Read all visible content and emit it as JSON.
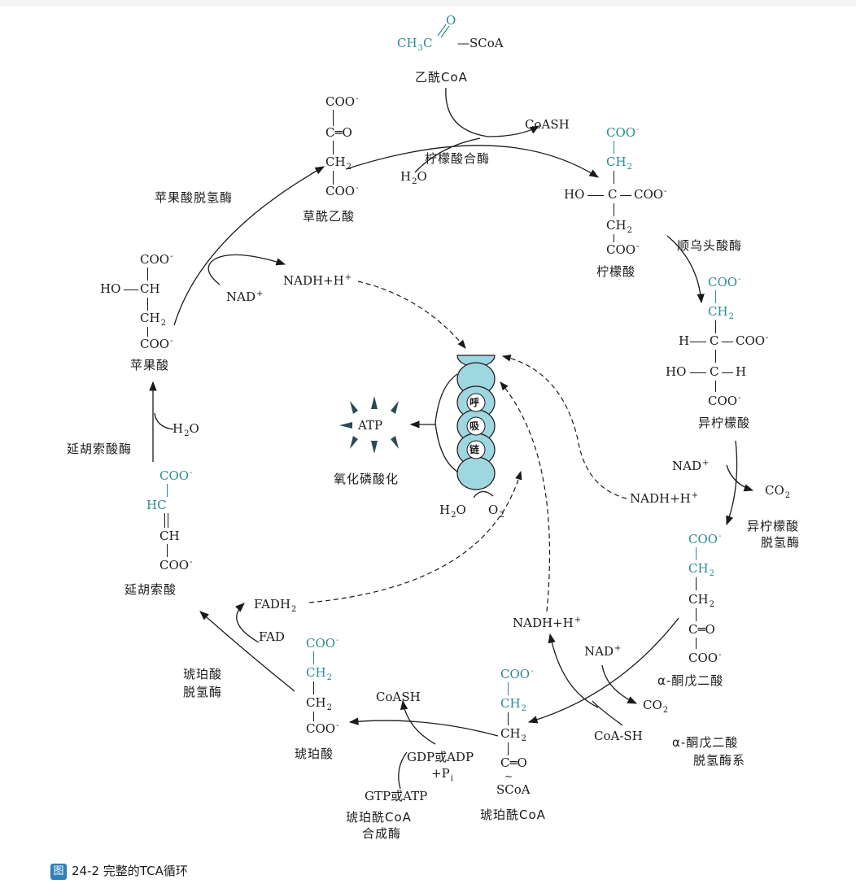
{
  "acetyl_coa": {
    "formula_o": "O",
    "formula_ch3": "CH",
    "formula_sub3": "3",
    "formula_c": "C",
    "formula_scoa": "SCoA",
    "name": "乙酰CoA"
  },
  "oxaloacetate": {
    "coo_top": "COO",
    "c_eq_o": "C═O",
    "ch2": "CH",
    "coo_bot": "COO",
    "name": "草酰乙酸"
  },
  "citrate": {
    "coo_top": "COO",
    "ch2_top": "CH",
    "ho": "HO",
    "c": "C",
    "coo_right": "COO",
    "ch2_bot": "CH",
    "coo_bot": "COO",
    "name": "柠檬酸"
  },
  "isocitrate": {
    "coo_top": "COO",
    "ch2": "CH",
    "h": "H",
    "c1": "C",
    "coo_right": "COO",
    "ho": "HO",
    "c2": "C",
    "h2": "H",
    "coo_bot": "COO",
    "name": "异柠檬酸"
  },
  "alpha_kg": {
    "coo_top": "COO",
    "ch2_1": "CH",
    "ch2_2": "CH",
    "c_eq_o": "C═O",
    "coo_bot": "COO",
    "name": "α-酮戊二酸"
  },
  "succinyl_coa": {
    "coo_top": "COO",
    "ch2_1": "CH",
    "ch2_2": "CH",
    "c_eq_o": "C═O",
    "tilde": "~",
    "scoa": "SCoA",
    "name": "琥珀酰CoA"
  },
  "succinate": {
    "coo_top": "COO",
    "ch2_1": "CH",
    "ch2_2": "CH",
    "coo_bot": "COO",
    "name": "琥珀酸"
  },
  "fumarate": {
    "coo_top": "COO",
    "hc": "HC",
    "ch": "CH",
    "coo_bot": "COO",
    "name": "延胡索酸"
  },
  "malate": {
    "coo_top": "COO",
    "ho": "HO",
    "ch": "CH",
    "ch2": "CH",
    "coo_bot": "COO",
    "name": "苹果酸"
  },
  "enzymes": {
    "citrate_synthase": "柠檬酸合酶",
    "aconitase": "顺乌头酸酶",
    "icdh_1": "异柠檬酸",
    "icdh_2": "脱氢酶",
    "akgdh_1": "α-酮戊二酸",
    "akgdh_2": "脱氢酶系",
    "scs_1": "琥珀酰CoA",
    "scs_2": "合成酶",
    "sdh_1": "琥珀酸",
    "sdh_2": "脱氢酶",
    "fumarase": "延胡索酸酶",
    "mdh": "苹果酸脱氢酶"
  },
  "cofactors": {
    "coash_top": "CoASH",
    "h2o_top": "H",
    "nad_mdh": "NAD",
    "nadh_mdh": "NADH+H",
    "nad_icdh": "NAD",
    "nadh_icdh": "NADH+H",
    "co2_icdh": "CO",
    "nad_akg": "NAD",
    "nadh_akg": "NADH+H",
    "co2_akg": "CO",
    "coa_sh": "CoA-SH",
    "coash_scs": "CoASH",
    "gdp_adp": "GDP或ADP",
    "pi": "+P",
    "gtp_atp": "GTP或ATP",
    "fad": "FAD",
    "fadh2": "FADH",
    "h2o_fum": "H"
  },
  "respiratory_chain": {
    "chars": [
      "呼",
      "吸",
      "链"
    ],
    "h2o": "H",
    "o2": "O",
    "atp": "ATP",
    "oxphos": "氧化磷酸化"
  },
  "caption": {
    "badge": "图",
    "text": "24-2  完整的TCA循环"
  },
  "colors": {
    "teal": "#2a8a94",
    "chain_fill": "#9fd7e0",
    "badge": "#2f7fb8"
  }
}
